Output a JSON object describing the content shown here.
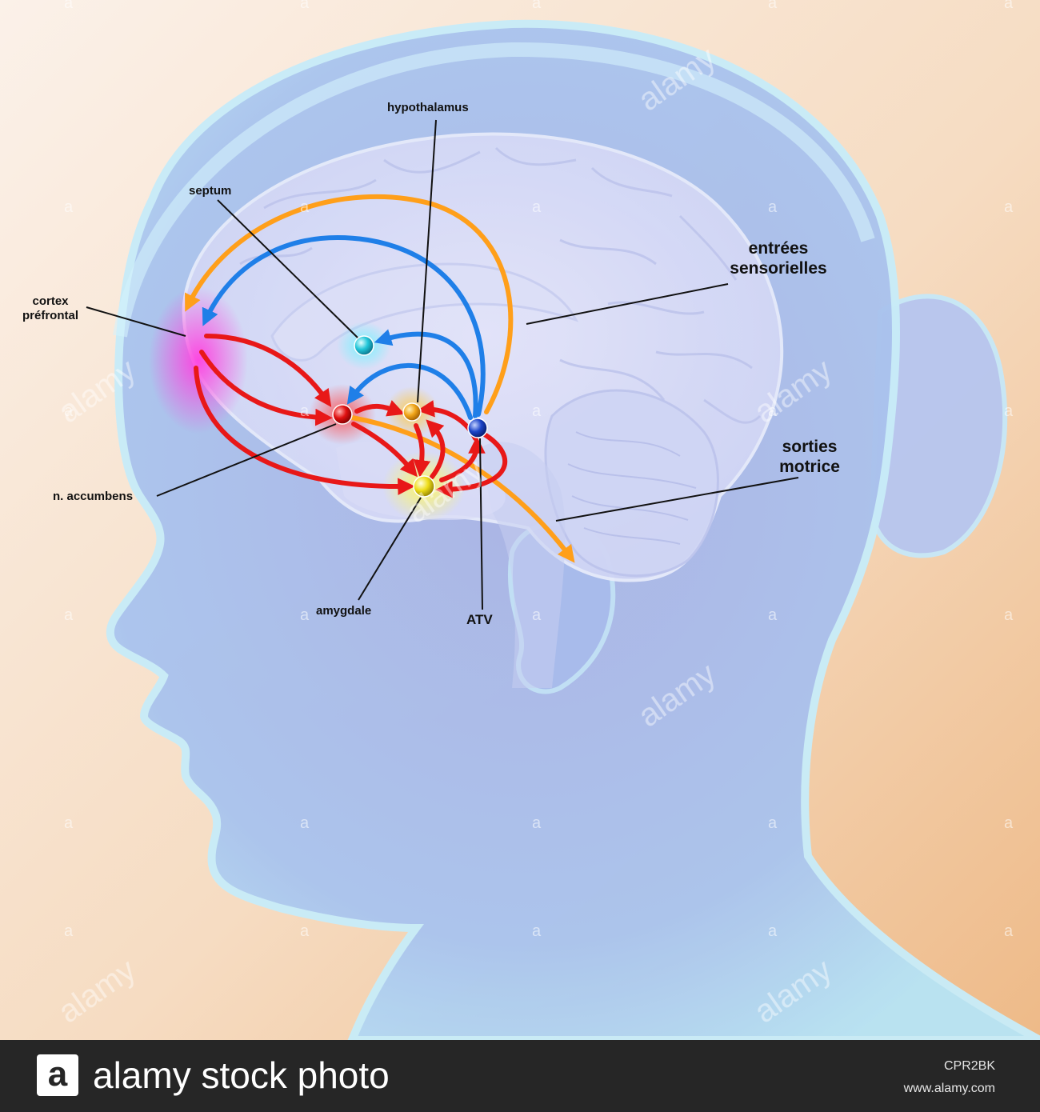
{
  "labels": {
    "hypothalamus": "hypothalamus",
    "septum": "septum",
    "cortex_line1": "cortex",
    "cortex_line2": "préfrontal",
    "entrees_line1": "entrées",
    "entrees_line2": "sensorielles",
    "sorties_line1": "sorties",
    "sorties_line2": "motrice",
    "accumbens": "n. accumbens",
    "amygdale": "amygdale",
    "atv": "ATV"
  },
  "watermark": {
    "text": "alamy",
    "glyph": "a"
  },
  "footer": {
    "logo_glyph": "a",
    "brand": "alamy stock photo",
    "image_id": "CPR2BK",
    "site": "www.alamy.com"
  },
  "colors": {
    "dopamine_pathway": "#ff9f1a",
    "blue_pathway": "#1f7fe8",
    "red_pathway": "#e81818",
    "cortex_glow": "#ff3cd8",
    "septum_node": "#22c6d8",
    "accumbens_node": "#e01010",
    "hypothalamus_node": "#f0a418",
    "amygdale_node": "#ffe01a",
    "atv_node": "#1c44c8"
  }
}
